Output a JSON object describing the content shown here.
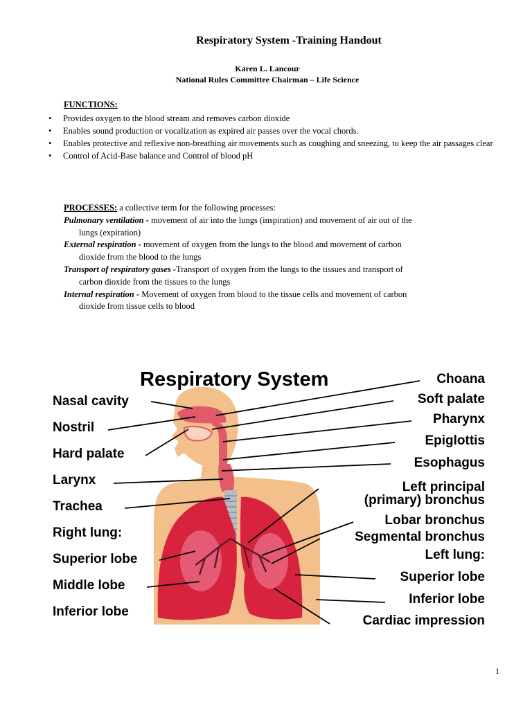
{
  "header": {
    "title": "Respiratory System -Training Handout",
    "author": "Karen L. Lancour",
    "role": "National Rules Committee Chairman – Life Science"
  },
  "functions": {
    "heading": "FUNCTIONS:",
    "items": [
      "Provides oxygen to the blood stream and removes carbon dioxide",
      "Enables sound production or vocalization as expired air passes over the vocal chords.",
      "Enables protective and reflexive non-breathing air movements such as coughing and sneezing, to keep the air passages clear",
      "Control of Acid-Base balance and Control of blood pH"
    ]
  },
  "processes": {
    "heading": "PROCESSES:",
    "intro": " a collective term for the following processes:",
    "items": [
      {
        "term": "Pulmonary ventilation -",
        "line1": " movement of air into the lungs (inspiration) and movement of air out of the",
        "line2": "lungs (expiration)"
      },
      {
        "term": "External respiration -",
        "line1": " movement of oxygen from the lungs to the blood and movement of carbon",
        "line2": "dioxide from the blood to the lungs"
      },
      {
        "term": "Transport of respiratory gases -",
        "line1": "Transport of oxygen from the lungs to the tissues and transport of",
        "line2": "carbon dioxide from the tissues to the lungs"
      },
      {
        "term": "Internal respiration -",
        "line1": " Movement of oxygen from blood to the tissue cells and movement of carbon",
        "line2": "dioxide from tissue cells to blood"
      }
    ]
  },
  "figure": {
    "title": "Respiratory System",
    "left_labels": {
      "nasal_cavity": "Nasal cavity",
      "nostril": "Nostril",
      "hard_palate": "Hard palate",
      "larynx": "Larynx",
      "trachea": "Trachea",
      "right_lung": "Right lung:",
      "superior_lobe": "Superior lobe",
      "middle_lobe": "Middle lobe",
      "inferior_lobe": "Inferior lobe"
    },
    "right_labels": {
      "choana": "Choana",
      "soft_palate": "Soft palate",
      "pharynx": "Pharynx",
      "epiglottis": "Epiglottis",
      "esophagus": "Esophagus",
      "left_principal_1": "Left principal",
      "left_principal_2": "(primary) bronchus",
      "lobar_bronchus": "Lobar bronchus",
      "segmental_bronchus": "Segmental bronchus",
      "left_lung": "Left lung:",
      "superior_lobe": "Superior lobe",
      "inferior_lobe": "Inferior lobe",
      "cardiac_impression": "Cardiac impression"
    },
    "colors": {
      "skin": "#f3bf8a",
      "lung": "#d8233f",
      "lung_light": "#f08aa0",
      "airway": "#e05a6a",
      "trachea": "#b9bcc4"
    }
  },
  "page_number": "1"
}
